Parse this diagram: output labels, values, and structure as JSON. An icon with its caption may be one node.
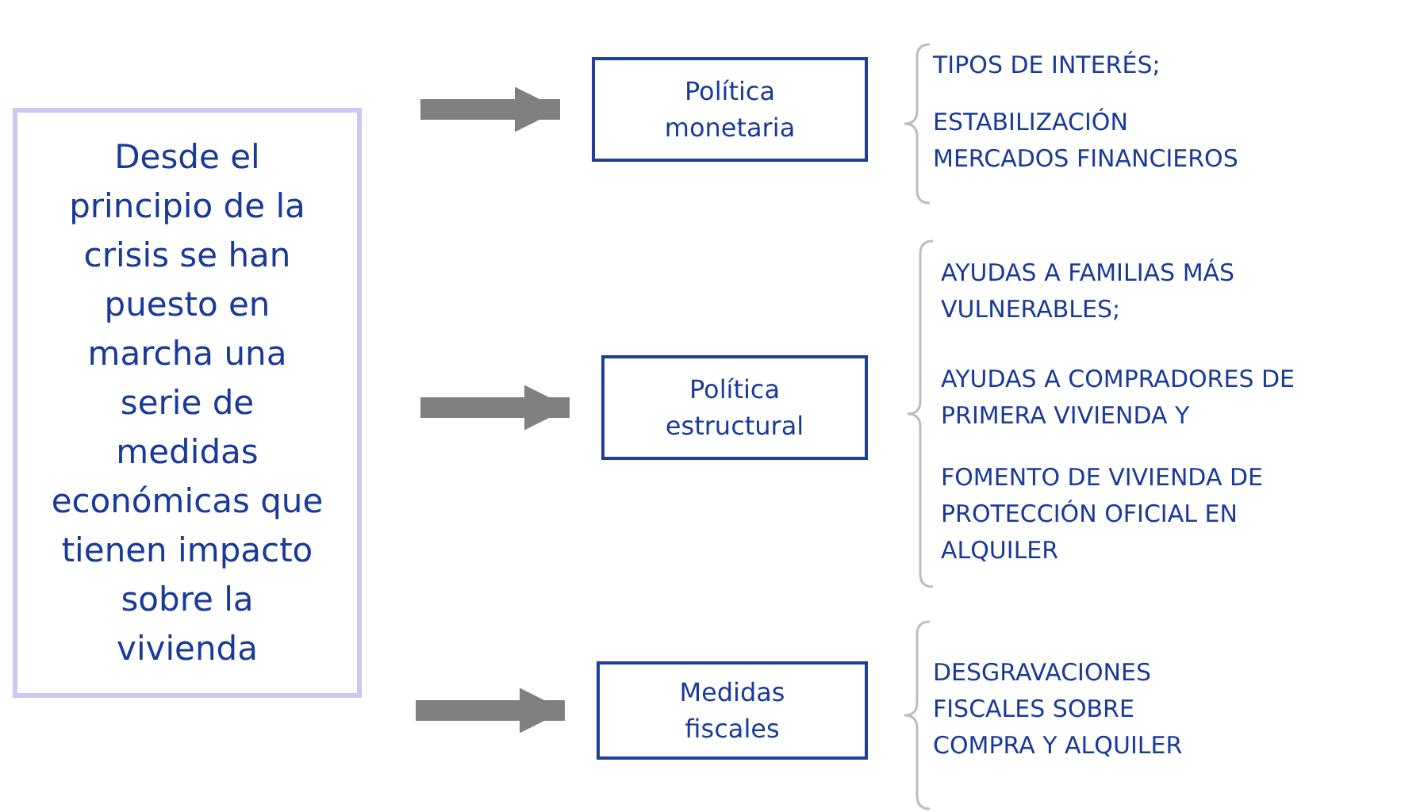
{
  "diagram": {
    "nodes": [
      {
        "text": [
          "Desde el principio de la crisis se han puesto en marcha una serie de medidas económicas que tienen impacto sobre la vivienda"
        ]
      },
      {
        "text": [
          "Política monetaria"
        ]
      },
      {
        "text": [
          "Política estructural"
        ]
      },
      {
        "text": [
          "Medidas fiscales"
        ]
      }
    ],
    "edges": [
      {
        "from": null,
        "to": 1,
        "arrow": "to"
      },
      {
        "from": null,
        "to": 2,
        "arrow": "to"
      },
      {
        "from": null,
        "to": 3,
        "arrow": "to"
      }
    ],
    "labels": [
      "TIPOS DE INTERÉS;",
      "ESTABILIZACIÓN MERCADOS FINANCIEROS",
      "AYUDAS A FAMILIAS MÁS VULNERABLES;",
      "AYUDAS A COMPRADORES DE PRIMERA VIVIENDA Y",
      "FOMENTO DE VIVIENDA DE PROTECCIÓN OFICIAL EN ALQUILER",
      "DESGRAVACIONES FISCALES SOBRE COMPRA Y ALQUILER"
    ]
  }
}
